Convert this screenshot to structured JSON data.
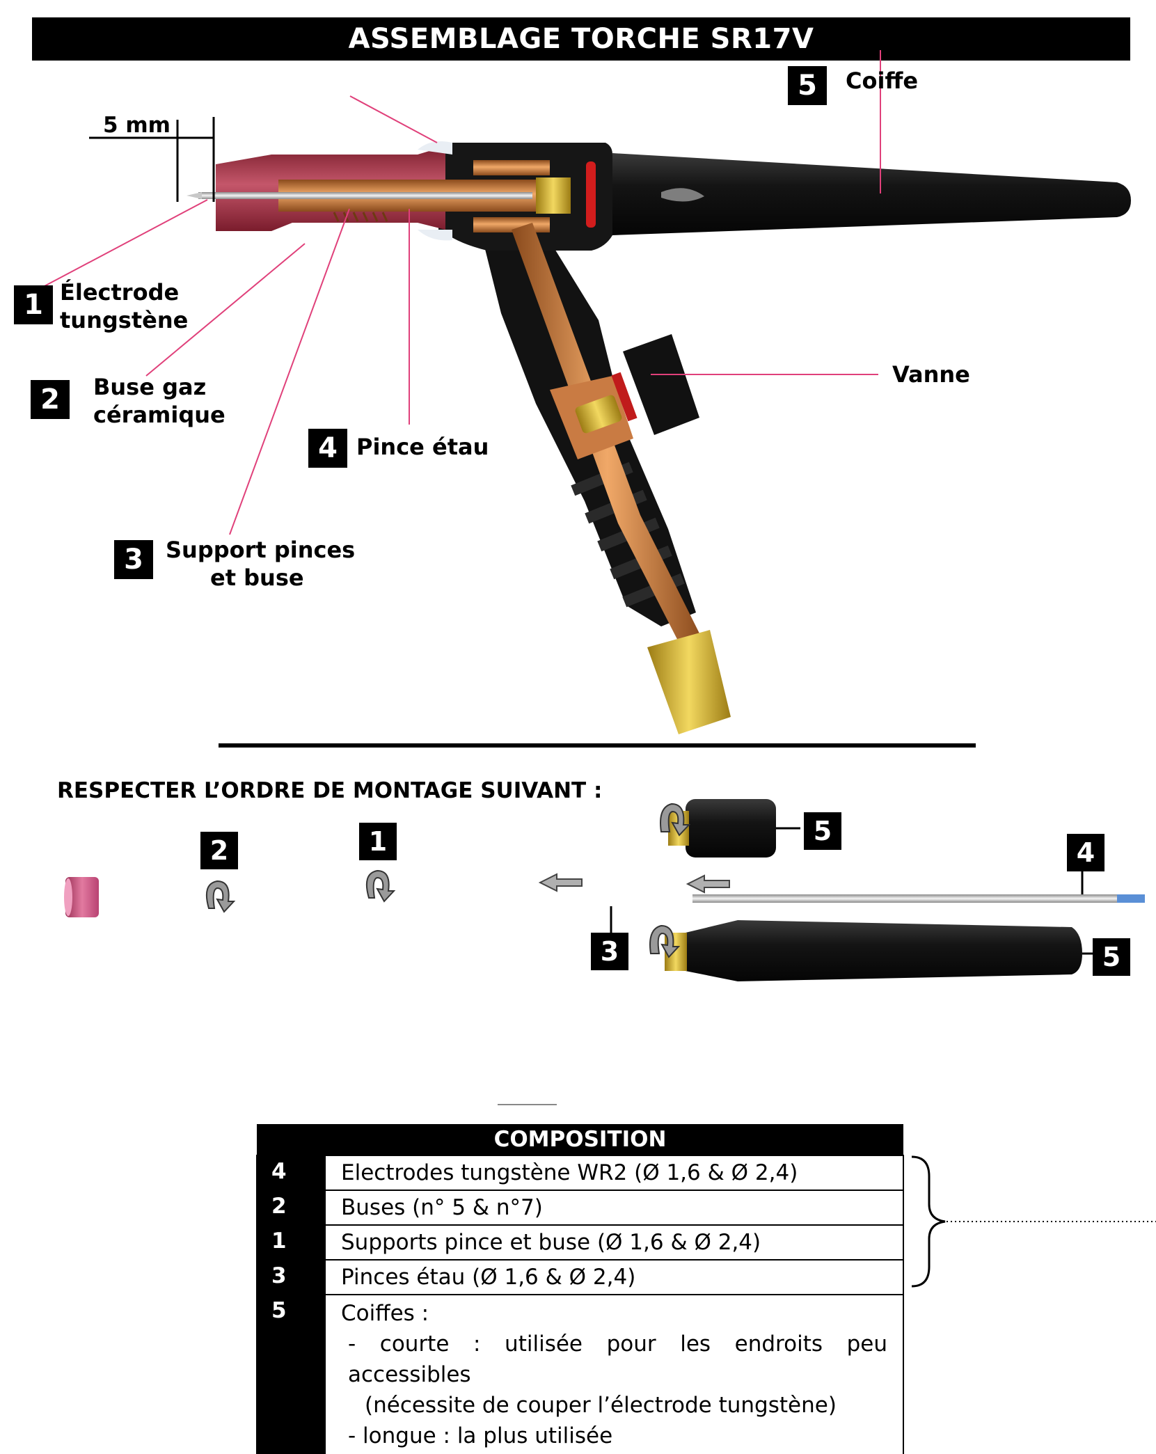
{
  "title": "ASSEMBLAGE TORCHE SR17V",
  "dimension": {
    "text": "5 mm"
  },
  "callouts": [
    {
      "number": "1",
      "lines": [
        "Électrode",
        "tungstène"
      ]
    },
    {
      "number": "2",
      "lines": [
        "Buse gaz",
        "céramique"
      ]
    },
    {
      "number": "3",
      "lines": [
        "Support pinces",
        "et buse"
      ]
    },
    {
      "number": "4",
      "lines": [
        "Pince étau"
      ]
    },
    {
      "number": "5",
      "lines": [
        "Coiffe"
      ]
    }
  ],
  "valve_label": "Vanne",
  "instruction": "RESPECTER  L’ORDRE DE MONTAGE SUIVANT :",
  "assembly_numbers": {
    "a": "2",
    "b": "1",
    "c": "5",
    "d": "4",
    "e": "3",
    "f": "5"
  },
  "composition": {
    "header": "COMPOSITION",
    "rows": [
      {
        "num": "4",
        "text": "Electrodes tungstène WR2 (Ø 1,6 & Ø 2,4)"
      },
      {
        "num": "2",
        "text": "Buses (n° 5 & n°7)"
      },
      {
        "num": "1",
        "text": "Supports pince et buse (Ø 1,6 & Ø 2,4)"
      },
      {
        "num": "3",
        "text": "Pinces étau (Ø 1,6 & Ø 2,4)"
      }
    ],
    "coiffe": {
      "num": "5",
      "title": "Coiffes :",
      "item1": "- courte :  utilisée  pour  les  endroits  peu  accessibles",
      "item1_cont": "(nécessite de couper l’électrode tungstène)",
      "item2": "- longue : la plus utilisée"
    }
  },
  "colors": {
    "banner": "#000000",
    "ceramic": "#a83a4c",
    "copper": "#d9874a",
    "brass": "#d4b23a",
    "handle": "#1a1a1a",
    "leader": "#e0407a"
  }
}
